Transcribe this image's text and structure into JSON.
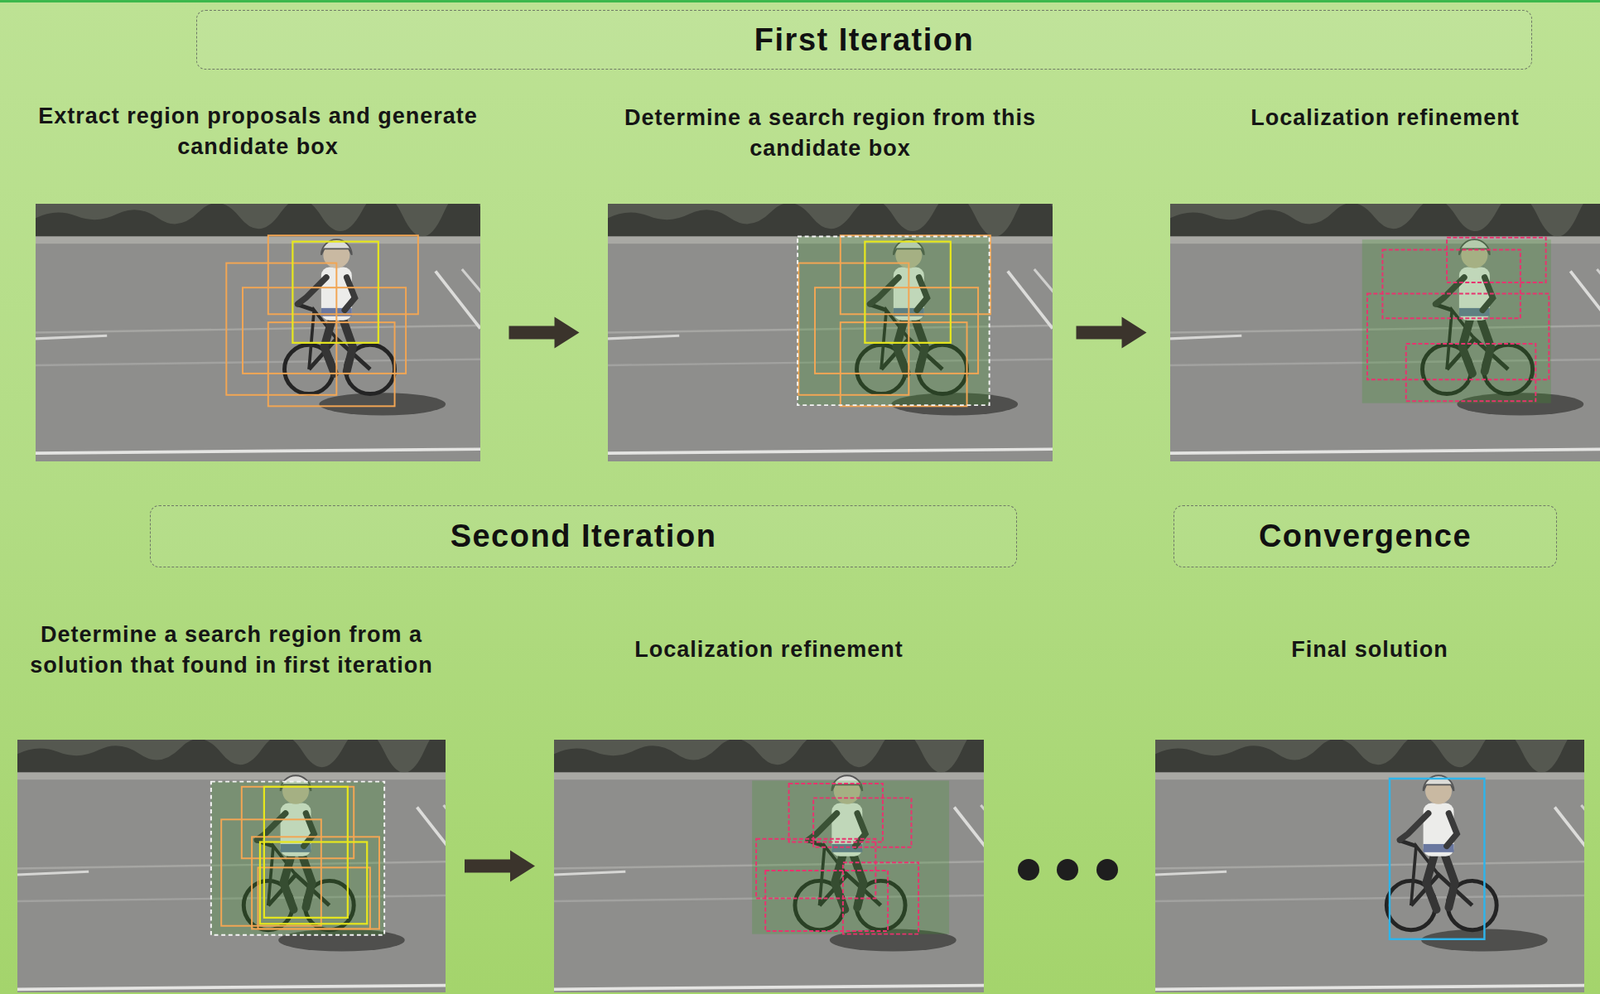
{
  "diagram": {
    "nodes": [
      {
        "text": [
          "First Iteration"
        ]
      },
      {
        "text": [
          "Extract region proposals and generate candidate box"
        ]
      },
      {
        "text": [
          "Determine a search region from this candidate box"
        ]
      },
      {
        "text": [
          "Localization refinement"
        ]
      },
      {
        "text": [
          "Second Iteration"
        ]
      },
      {
        "text": [
          "Convergence"
        ]
      },
      {
        "text": [
          "Determine a search region from a solution that found in first iteration"
        ]
      },
      {
        "text": [
          "Localization refinement"
        ]
      },
      {
        "text": [
          "Final solution"
        ]
      }
    ],
    "edges": [
      {
        "from": 1,
        "to": 2,
        "arrow": "to"
      },
      {
        "from": 2,
        "to": 3,
        "arrow": "to"
      },
      {
        "from": 6,
        "to": 7,
        "arrow": "to"
      }
    ]
  }
}
